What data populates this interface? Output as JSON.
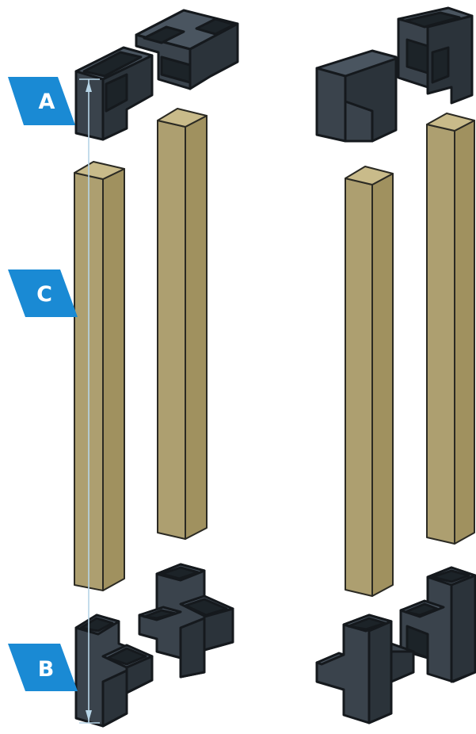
{
  "labels": {
    "a": "A",
    "b": "B",
    "c": "C"
  },
  "colors": {
    "background": "#ffffff",
    "tag_fill": "#1a8ad4",
    "tag_text": "#ffffff",
    "connector_top": "#4a5560",
    "connector_left": "#3a434c",
    "connector_right": "#2b333a",
    "connector_hole": "#1c2328",
    "connector_outline": "#15191d",
    "post_front": "#ad9f70",
    "post_side": "#a0915f",
    "post_top": "#c9bb8a",
    "post_outline": "#2b2a23",
    "dimension_line": "#b6d4e6"
  }
}
